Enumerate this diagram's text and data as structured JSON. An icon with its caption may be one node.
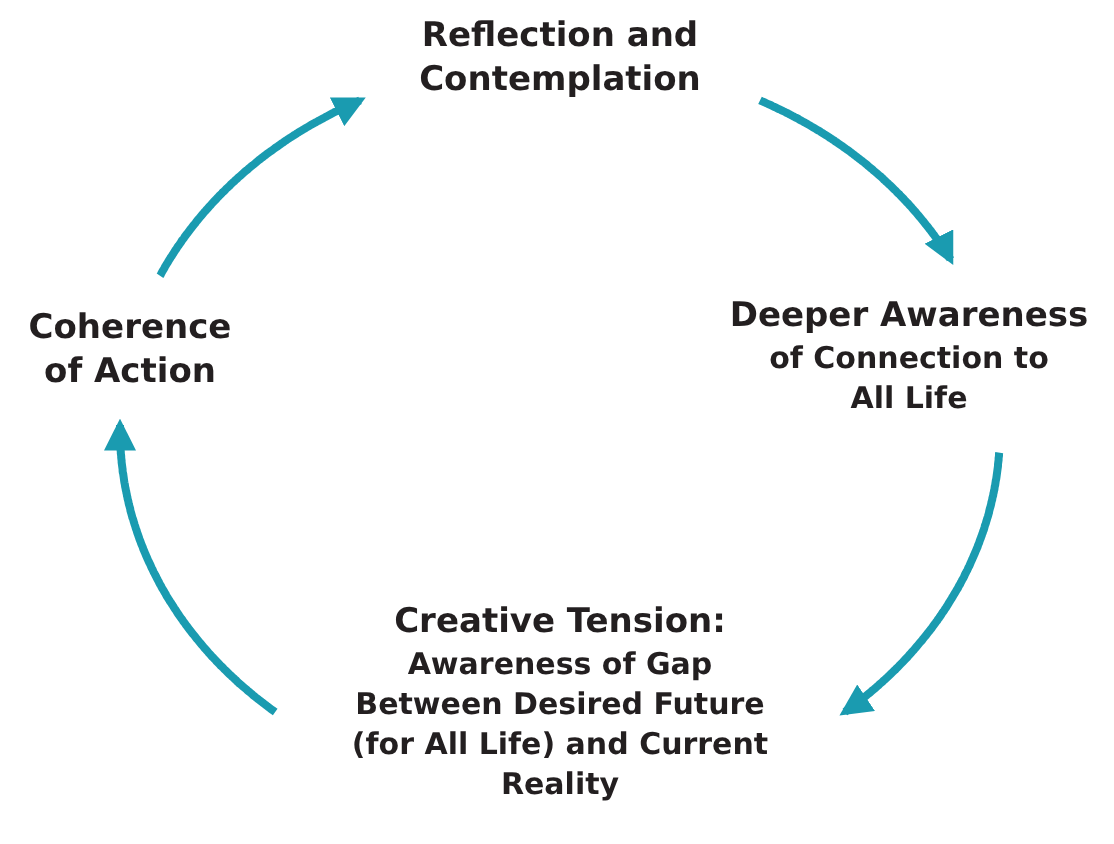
{
  "diagram": {
    "nodes": [
      {
        "text": [
          "Reflection and Contemplation"
        ]
      },
      {
        "text": [
          "Deeper Awareness",
          "of Connection to All Life"
        ]
      },
      {
        "text": [
          "Creative Tension:",
          "Awareness of Gap Between Desired Future (for All Life) and Current Reality"
        ]
      },
      {
        "text": [
          "Coherence of Action"
        ]
      }
    ],
    "edges": [
      {
        "from": 0,
        "to": 1,
        "arrow": "to"
      },
      {
        "from": 1,
        "to": 2,
        "arrow": "to"
      },
      {
        "from": 2,
        "to": 3,
        "arrow": "to"
      },
      {
        "from": 3,
        "to": 0,
        "arrow": "to"
      }
    ]
  }
}
